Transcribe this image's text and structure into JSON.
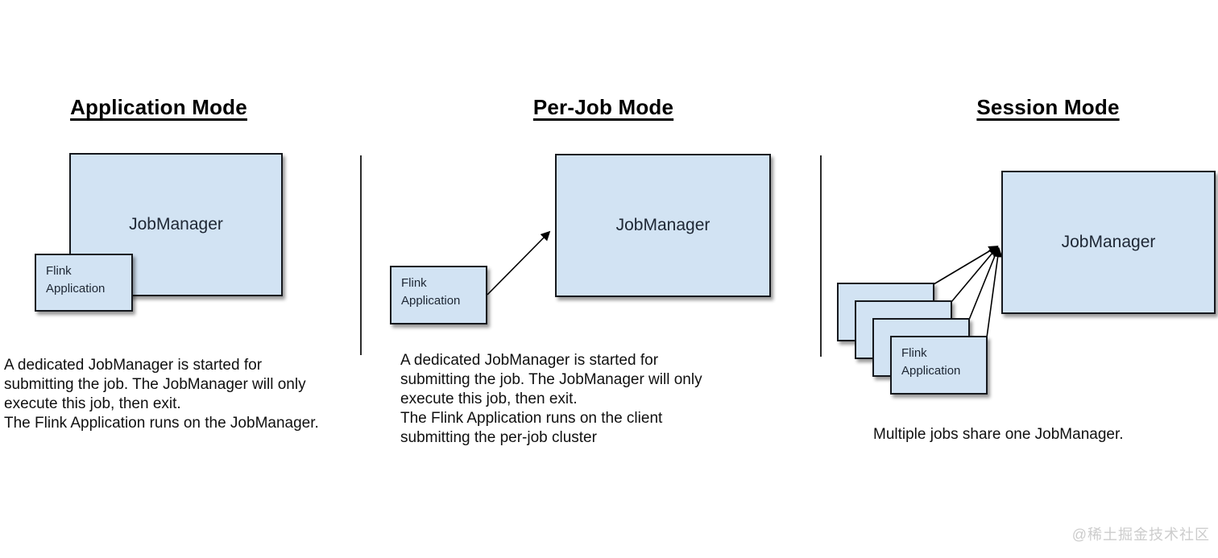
{
  "diagram": {
    "sections": {
      "application": {
        "title": "Application Mode",
        "jobmanager": "JobManager",
        "flink_application": "Flink Application",
        "description": "A dedicated JobManager is started for\nsubmitting the job. The JobManager will only\nexecute this job, then exit.\nThe Flink Application runs on the JobManager."
      },
      "per_job": {
        "title": "Per-Job Mode",
        "jobmanager": "JobManager",
        "flink_application": "Flink Application",
        "description": "A dedicated JobManager is started for\nsubmitting the job. The JobManager will only\nexecute this job, then exit.\nThe Flink Application runs on the client\nsubmitting the per-job cluster"
      },
      "session": {
        "title": "Session Mode",
        "jobmanager": "JobManager",
        "flink_application": "Flink Application",
        "description": "Multiple jobs share one JobManager."
      }
    },
    "watermark": "@稀土掘金技术社区",
    "colors": {
      "box_fill": "#d2e3f3",
      "box_border": "#15181d",
      "divider": "#2b2b2b",
      "arrow": "#000000",
      "watermark": "#cccccc"
    }
  }
}
